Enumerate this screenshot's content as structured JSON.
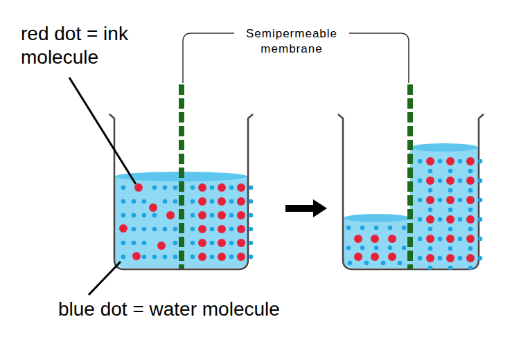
{
  "diagram": {
    "labels": [
      "red dot = ink molecule",
      "Semipermeable membrane",
      "blue dot = water molecule"
    ]
  }
}
